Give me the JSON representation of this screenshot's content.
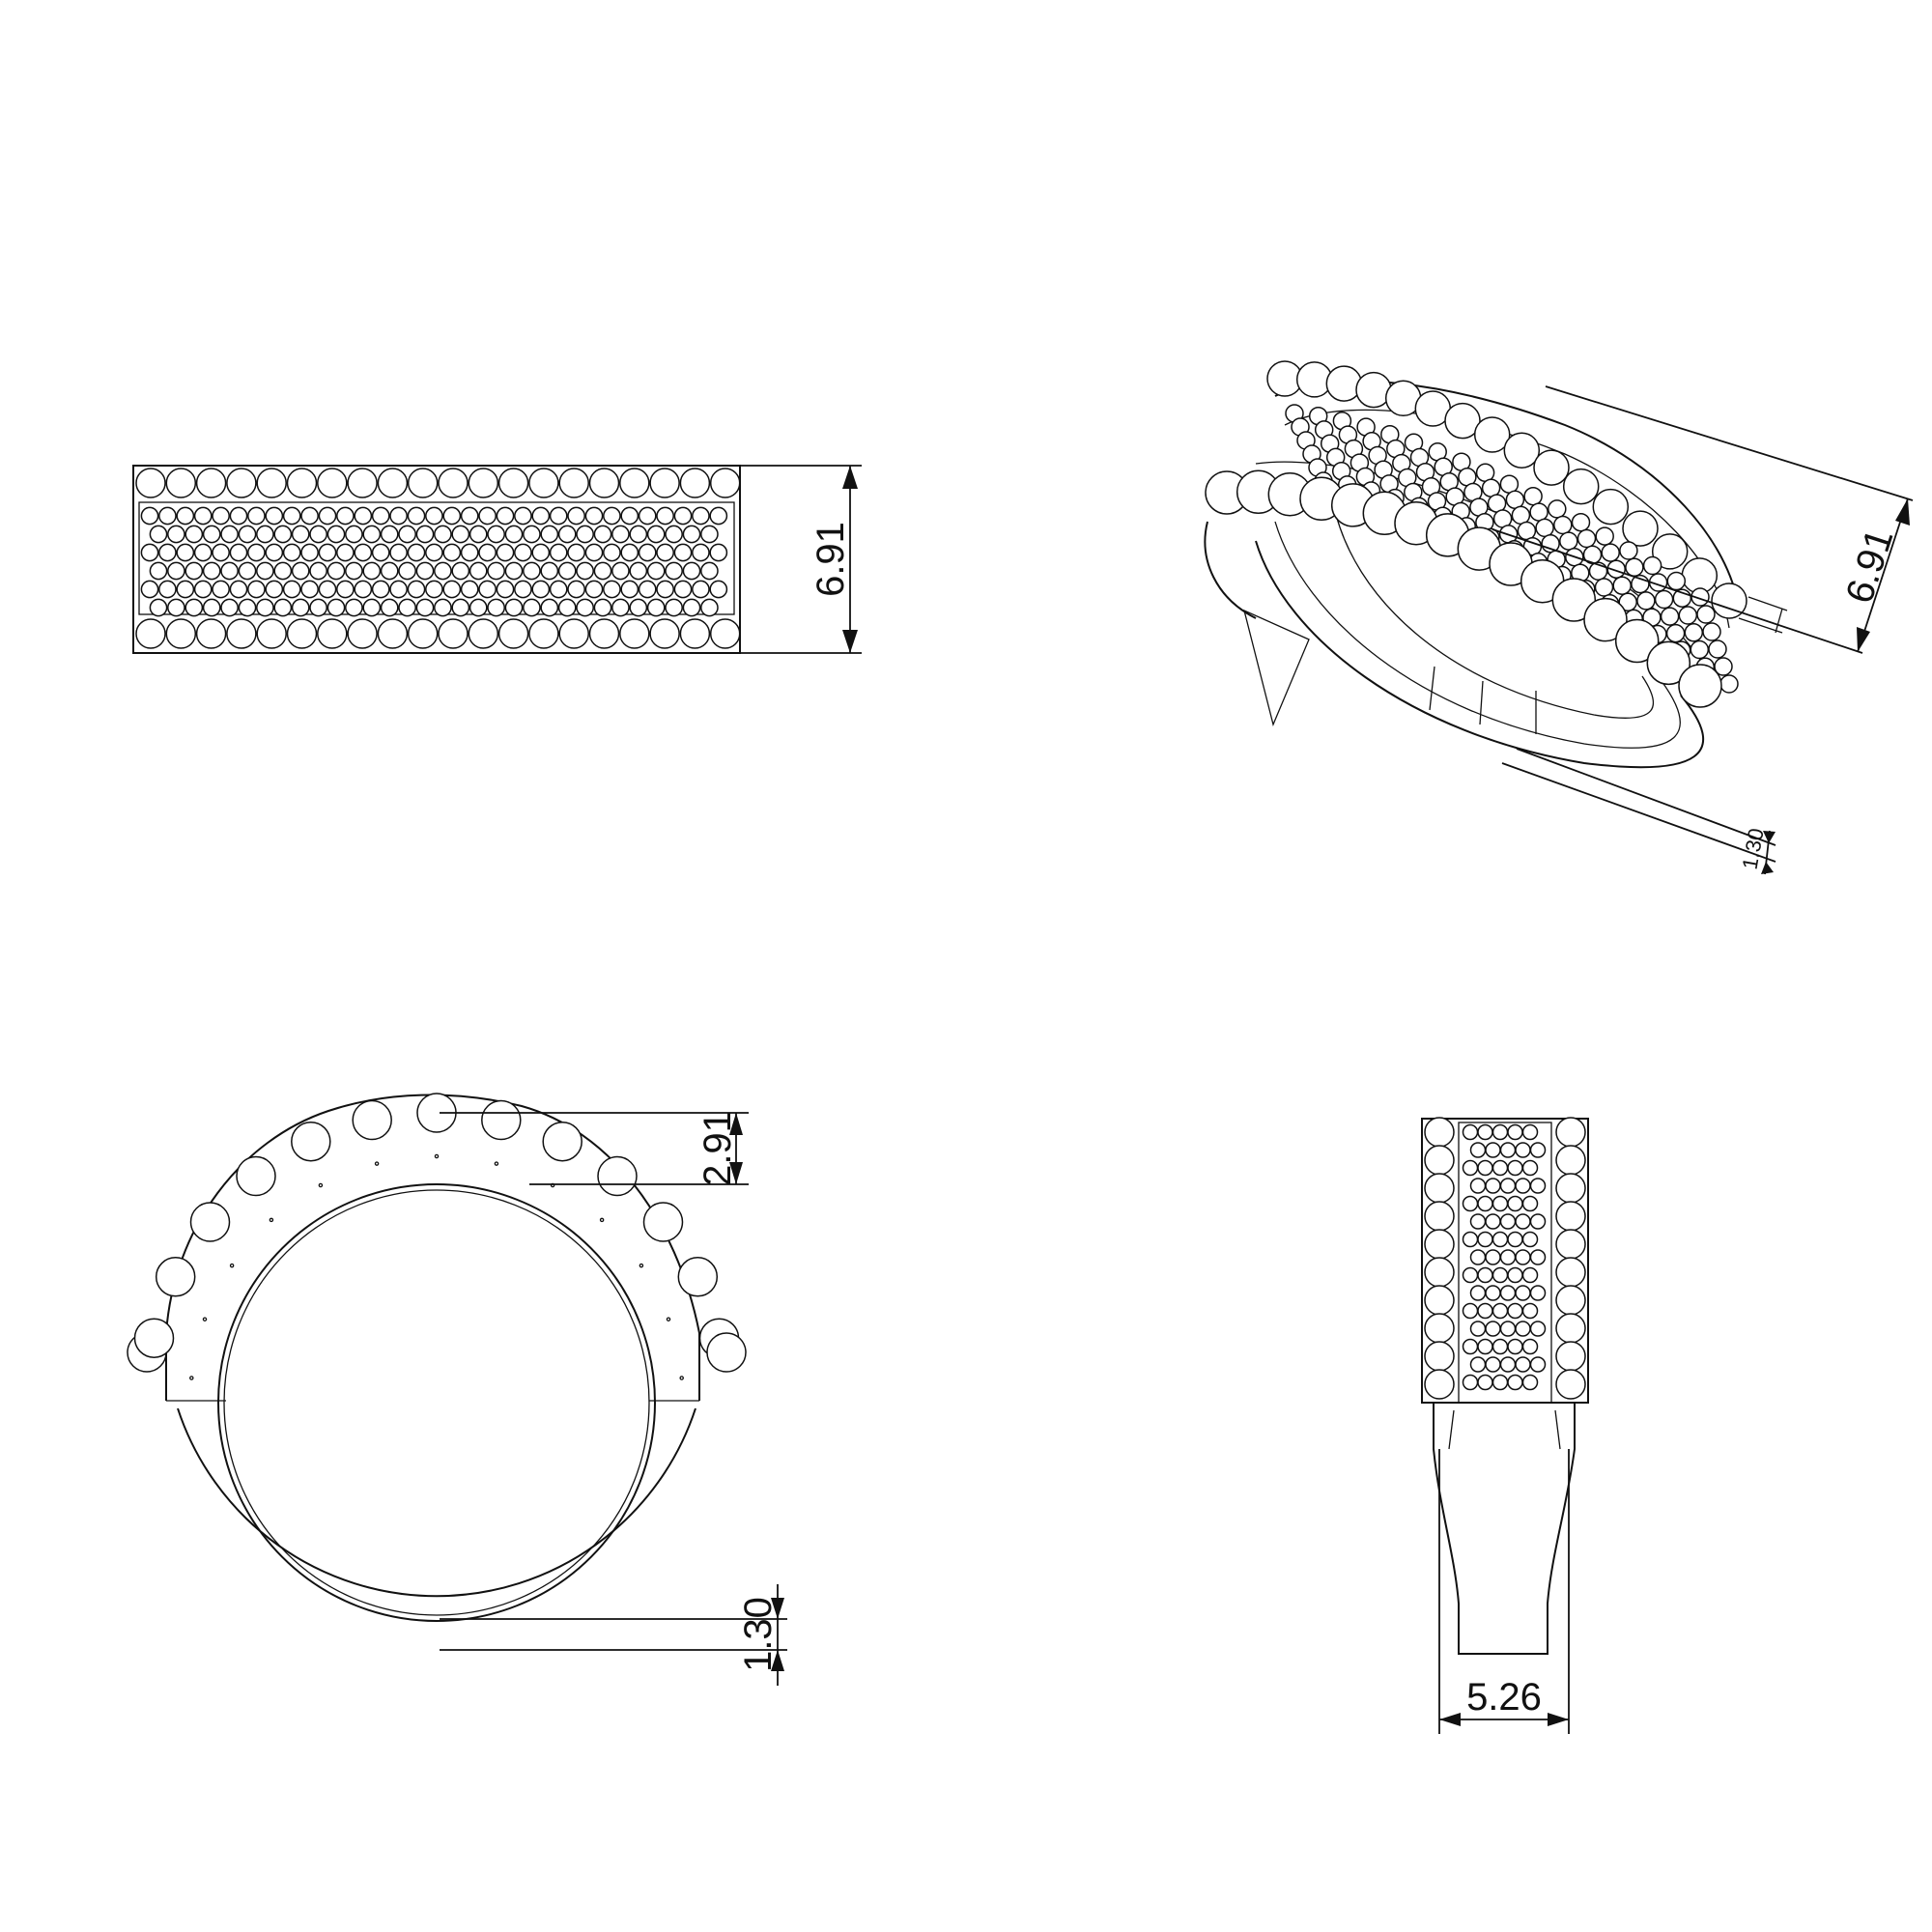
{
  "views": {
    "top": {
      "dimension": "6.91"
    },
    "isometric": {
      "dimension_width": "6.91",
      "dimension_thickness": "1.30"
    },
    "front": {
      "dimension_top": "2.91",
      "dimension_bottom": "1.30"
    },
    "side": {
      "dimension_width": "5.26"
    }
  }
}
